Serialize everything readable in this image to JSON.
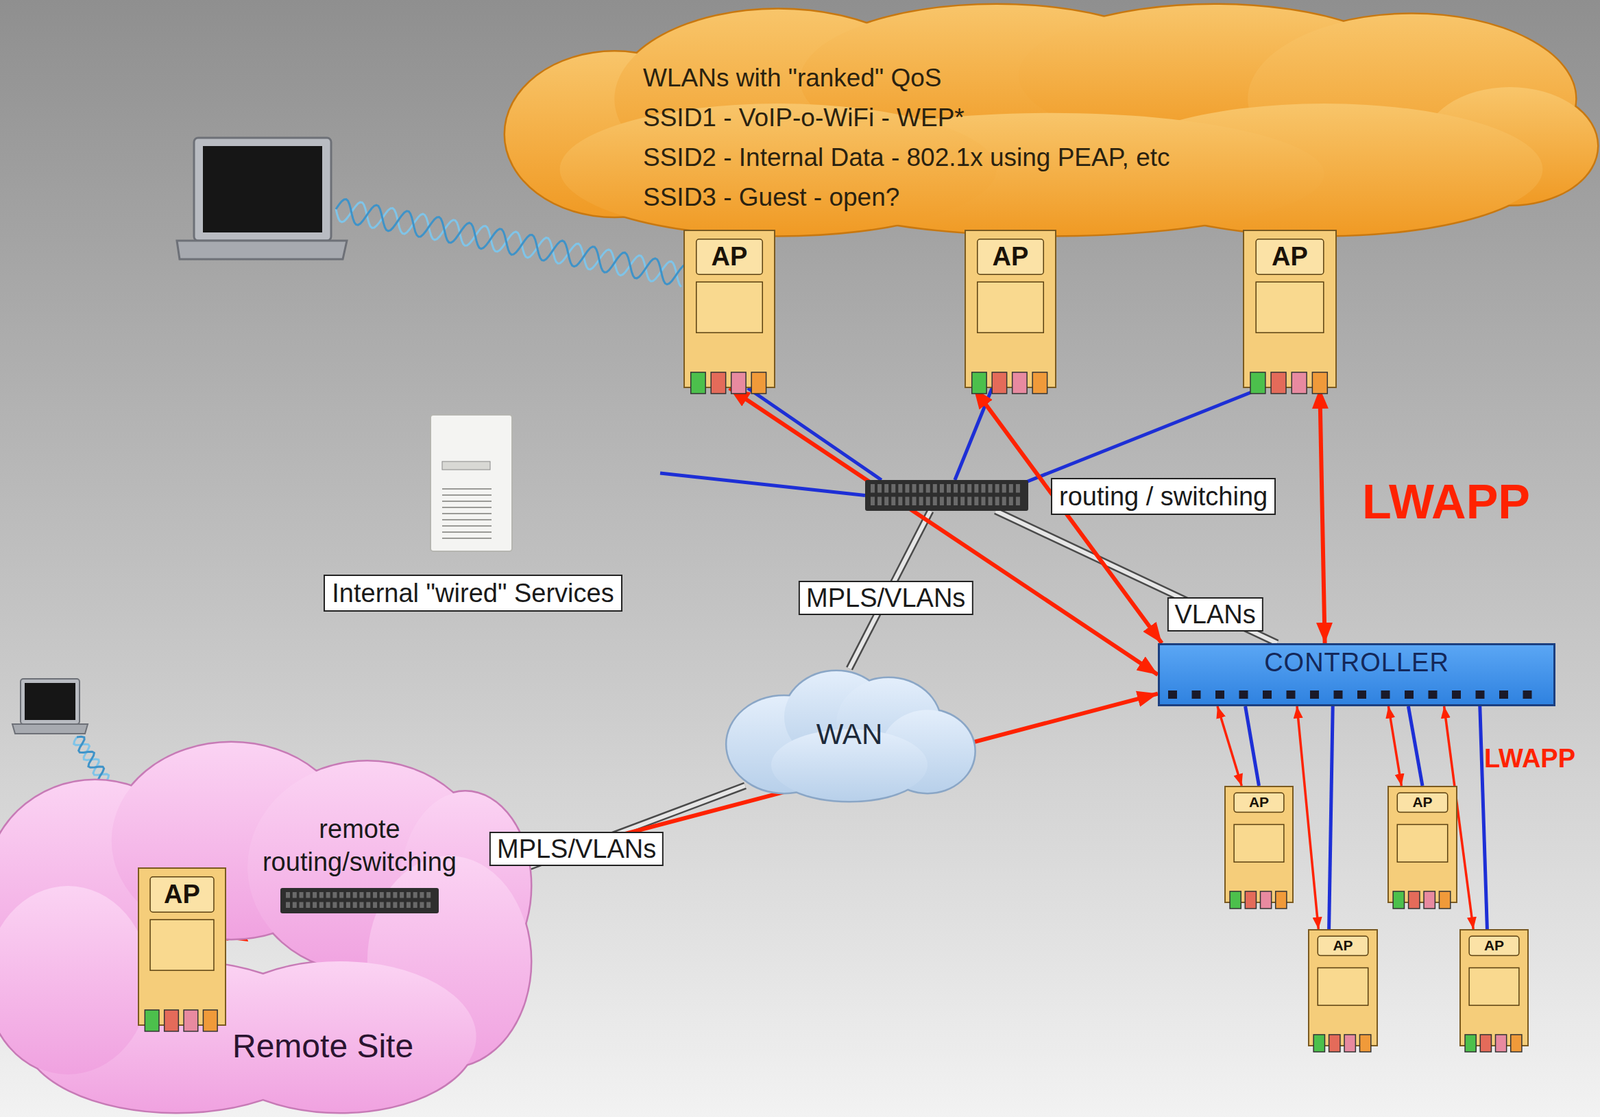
{
  "diagram": {
    "nodes": [
      {
        "text": [
          "WLANs with \"ranked\" QoS",
          "SSID1 - VoIP-o-WiFi - WEP*",
          "SSID2 - Internal Data - 802.1x using PEAP, etc",
          "SSID3 - Guest - open?"
        ]
      },
      {
        "text": [
          "AP"
        ]
      },
      {
        "text": [
          "AP"
        ]
      },
      {
        "text": [
          "AP"
        ]
      },
      {
        "text": [
          "routing / switching"
        ]
      },
      {
        "text": [
          "Internal \"wired\" Services"
        ]
      },
      {
        "text": [
          "WAN"
        ]
      },
      {
        "text": [
          "CONTROLLER"
        ]
      },
      {
        "text": [
          "AP"
        ]
      },
      {
        "text": [
          "AP"
        ]
      },
      {
        "text": [
          "AP"
        ]
      },
      {
        "text": [
          "AP"
        ]
      },
      {
        "text": [
          "Remote Site"
        ]
      },
      {
        "text": [
          "AP"
        ],
        "in": 12
      },
      {
        "text": [
          "remote routing/switching"
        ],
        "in": 12
      }
    ],
    "edges": [
      {
        "from": 1,
        "to": 4,
        "arrow": "none"
      },
      {
        "from": 2,
        "to": 4,
        "arrow": "none"
      },
      {
        "from": 3,
        "to": 4,
        "arrow": "none"
      },
      {
        "from": 5,
        "to": 4,
        "arrow": "none"
      },
      {
        "from": 4,
        "to": 6,
        "label": "MPLS/VLANs",
        "arrow": "none"
      },
      {
        "from": 4,
        "to": 7,
        "label": "VLANs",
        "arrow": "none"
      },
      {
        "from": 6,
        "to": 14,
        "label": "MPLS/VLANs",
        "arrow": "none"
      },
      {
        "from": 7,
        "to": 8,
        "arrow": "none"
      },
      {
        "from": 7,
        "to": 9,
        "arrow": "none"
      },
      {
        "from": 7,
        "to": 10,
        "arrow": "none"
      },
      {
        "from": 7,
        "to": 11,
        "arrow": "none"
      },
      {
        "from": 1,
        "to": 7,
        "arrow": "both"
      },
      {
        "from": 2,
        "to": 7,
        "arrow": "both"
      },
      {
        "from": 3,
        "to": 7,
        "arrow": "both"
      },
      {
        "from": 13,
        "to": 7,
        "arrow": "both"
      },
      {
        "from": 7,
        "to": 8,
        "arrow": "both"
      },
      {
        "from": 7,
        "to": 9,
        "arrow": "both"
      },
      {
        "from": 7,
        "to": 10,
        "arrow": "both"
      },
      {
        "from": 7,
        "to": 11,
        "arrow": "both"
      }
    ],
    "labels": [
      "LWAPP",
      "LWAPP"
    ]
  }
}
